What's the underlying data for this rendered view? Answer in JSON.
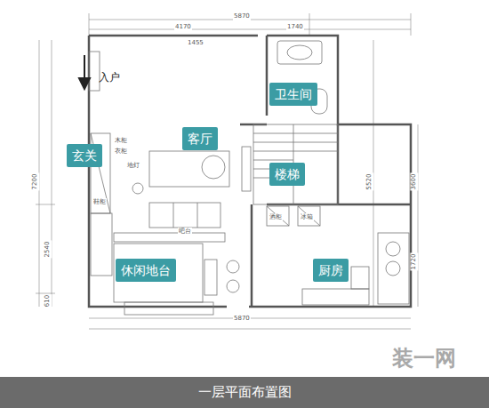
{
  "diagram": {
    "caption": "一层平面布置图",
    "nodes": [
      {
        "text": [
          "卫生间"
        ]
      },
      {
        "text": [
          "客厅"
        ]
      },
      {
        "text": [
          "玄关"
        ]
      },
      {
        "text": [
          "楼梯"
        ]
      },
      {
        "text": [
          "休闲地台"
        ]
      },
      {
        "text": [
          "厨房"
        ]
      }
    ],
    "labels": [
      "入户",
      "5870",
      "4170",
      "1740",
      "1455",
      "7200",
      "5520",
      "2540",
      "610",
      "5870",
      "3600",
      "1720",
      "木柜",
      "衣柜",
      "地灯",
      "吧台",
      "酒柜",
      "冰箱",
      "鞋柜",
      "装一网"
    ]
  }
}
